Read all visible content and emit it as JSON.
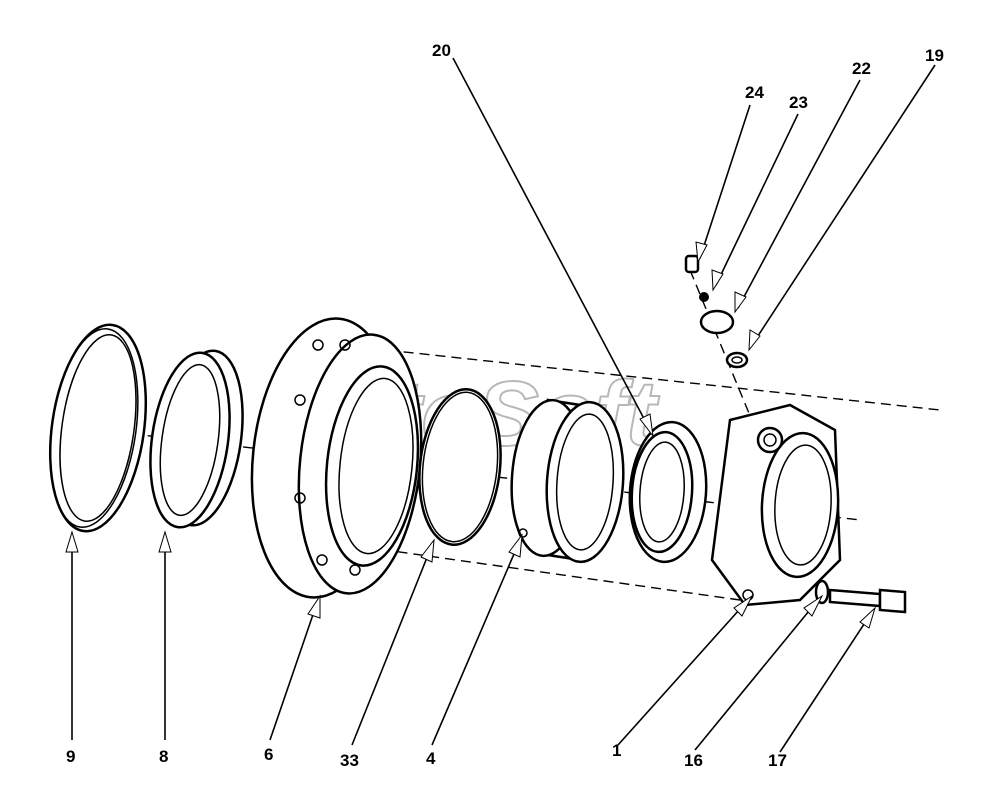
{
  "watermark": "AutoSoft",
  "callouts": [
    {
      "id": "c9",
      "label": "9"
    },
    {
      "id": "c8",
      "label": "8"
    },
    {
      "id": "c6",
      "label": "6"
    },
    {
      "id": "c33",
      "label": "33"
    },
    {
      "id": "c4",
      "label": "4"
    },
    {
      "id": "c1",
      "label": "1"
    },
    {
      "id": "c16",
      "label": "16"
    },
    {
      "id": "c17",
      "label": "17"
    },
    {
      "id": "c20",
      "label": "20"
    },
    {
      "id": "c24",
      "label": "24"
    },
    {
      "id": "c23",
      "label": "23"
    },
    {
      "id": "c22",
      "label": "22"
    },
    {
      "id": "c19",
      "label": "19"
    }
  ]
}
